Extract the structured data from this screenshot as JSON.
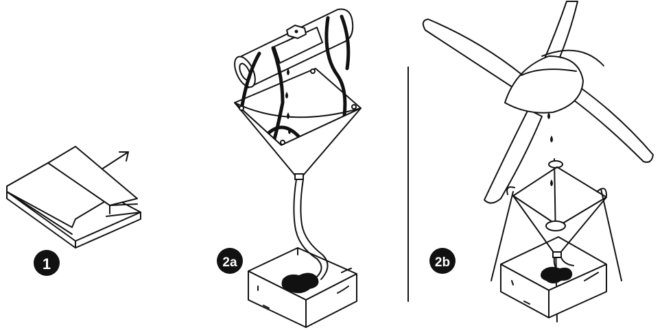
{
  "steps": {
    "one": "1",
    "two_a": "2a",
    "two_b": "2b"
  },
  "colors": {
    "ink": "#111111",
    "paper": "#ffffff"
  }
}
